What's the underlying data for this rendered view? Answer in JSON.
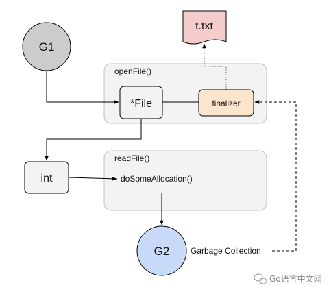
{
  "nodes": {
    "g1": {
      "label": "G1",
      "fill": "#cccccc"
    },
    "g2": {
      "label": "G2",
      "fill": "#c9daf8"
    },
    "file_ptr": {
      "label": "*File"
    },
    "int_box": {
      "label": "int"
    },
    "finalizer": {
      "label": "finalizer",
      "fill": "#fce5cd"
    },
    "txt_file": {
      "label": "t.txt",
      "fill": "#f4cccc"
    }
  },
  "groups": {
    "open_file": {
      "label": "openFile()"
    },
    "read_file": {
      "label": "readFile()"
    }
  },
  "texts": {
    "do_some_allocation": "doSomeAllocation()",
    "garbage_collection": "Garbage Collection"
  },
  "watermark": {
    "text": "Go语言中文网"
  },
  "colors": {
    "group_fill": "#f3f3f3",
    "group_stroke": "#bfbfbf",
    "box_fill": "#f3f3f3",
    "edge": "#000000",
    "dotted_edge": "#666666"
  }
}
